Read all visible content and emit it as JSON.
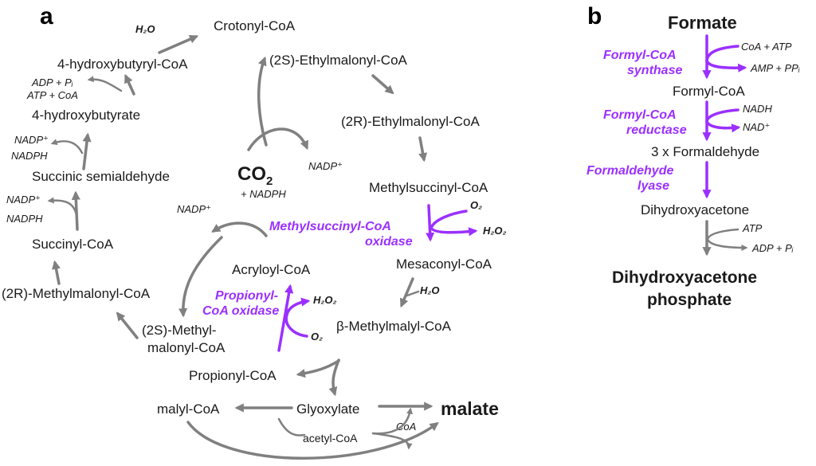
{
  "panel_a": {
    "letter": "a",
    "nodes": {
      "crotonyl": "Crotonyl-CoA",
      "ethylmalonyl_2s": "(2S)-Ethylmalonyl-CoA",
      "ethylmalonyl_2r": "(2R)-Ethylmalonyl-CoA",
      "methylsuccinyl": "Methylsuccinyl-CoA",
      "mesaconyl": "Mesaconyl-CoA",
      "methylmalyl": "β-Methylmalyl-CoA",
      "hydroxybutyryl": "4-hydroxybutyryl-CoA",
      "hydroxybutyrate": "4-hydroxybutyrate",
      "semialdehyde": "Succinic semialdehyde",
      "succinyl": "Succinyl-CoA",
      "methylmalonyl_2r": "(2R)-Methylmalonyl-CoA",
      "methylmalonyl_2s_line1": "(2S)-Methyl-",
      "methylmalonyl_2s_line2": "malonyl-CoA",
      "acryloyl": "Acryloyl-CoA",
      "propionyl": "Propionyl-CoA",
      "glyoxylate": "Glyoxylate",
      "malyl": "malyl-CoA",
      "malate": "malate",
      "acetyl": "acetyl-CoA"
    },
    "co2": {
      "label": "CO",
      "sub": "2",
      "nadph": "+ NADPH"
    },
    "cofactors": {
      "h2o_top": "H₂O",
      "adp_pi": "ADP + Pᵢ",
      "atp_coa": "ATP + CoA",
      "nadp_1": "NADP⁺",
      "nadph_1": "NADPH",
      "nadp_2": "NADP⁺",
      "nadph_2": "NADPH",
      "nadp_right": "NADP⁺",
      "nadp_center": "NADP⁺",
      "o2_msc": "O₂",
      "h2o2_msc": "H₂O₂",
      "h2o_mes": "H₂O",
      "h2o2_prop": "H₂O₂",
      "o2_prop": "O₂",
      "coa_bottom": "CoA"
    },
    "enzymes": {
      "msc_line1": "Methylsuccinyl-CoA",
      "msc_line2": "oxidase",
      "prop_line1": "Propionyl-",
      "prop_line2": "CoA oxidase"
    }
  },
  "panel_b": {
    "letter": "b",
    "nodes": {
      "formate": "Formate",
      "formyl": "Formyl-CoA",
      "formaldehyde": "3 x Formaldehyde",
      "dha": "Dihydroxyacetone",
      "dhap_line1": "Dihydroxyacetone",
      "dhap_line2": "phosphate"
    },
    "cofactors": {
      "coa_atp": "CoA + ATP",
      "amp_ppi": "AMP + PPᵢ",
      "nadh": "NADH",
      "nad": "NAD⁺",
      "atp": "ATP",
      "adp_pi": "ADP + Pᵢ"
    },
    "enzymes": {
      "fcs_line1": "Formyl-CoA",
      "fcs_line2": "synthase",
      "fcr_line1": "Formyl-CoA",
      "fcr_line2": "reductase",
      "fls_line1": "Formaldehyde",
      "fls_line2": "lyase"
    }
  },
  "colors": {
    "arrow_gray": "#808080",
    "enzyme_purple": "#9b30ff",
    "text": "#1a1a1a"
  }
}
